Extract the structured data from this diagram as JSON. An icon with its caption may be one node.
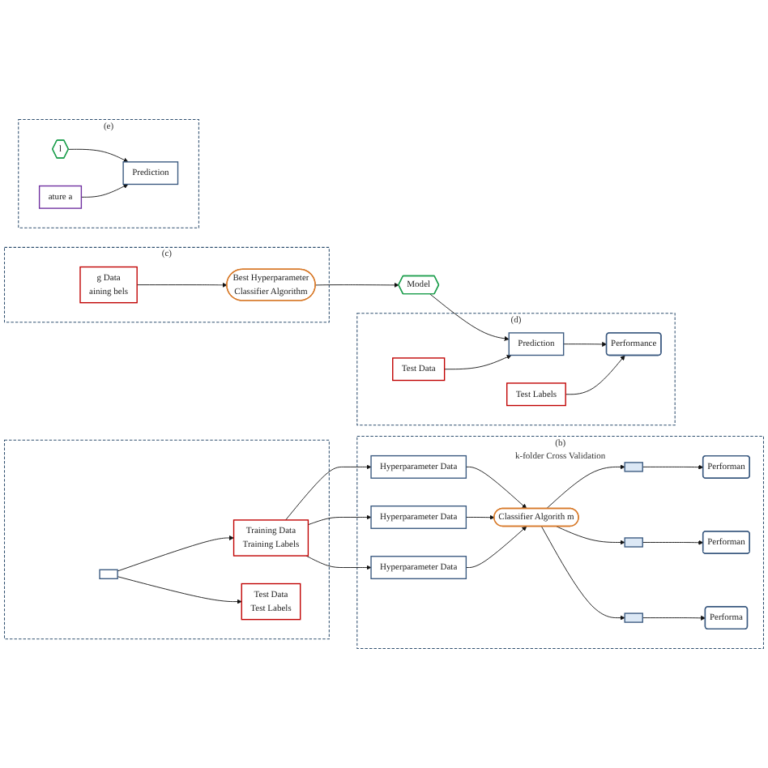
{
  "diagram": {
    "nodes": [
      {
        "text": [],
        "shape": "box"
      },
      {
        "text": [],
        "shape": "box",
        "in": 0
      },
      {
        "text": [
          "Training Data",
          "Training Labels"
        ],
        "in": 0
      },
      {
        "text": [
          "Test Data",
          "Test Labels"
        ],
        "in": 0
      },
      {
        "text": [
          "(b)",
          "k-folder Cross Validation"
        ]
      },
      {
        "text": [
          "Hyperparameter Data"
        ],
        "in": 4
      },
      {
        "text": [
          "Hyperparameter Data"
        ],
        "in": 4
      },
      {
        "text": [
          "Hyperparameter Data"
        ],
        "in": 4
      },
      {
        "text": [
          "Classifier Algorith m"
        ],
        "in": 4
      },
      {
        "text": [],
        "shape": "box",
        "in": 4
      },
      {
        "text": [],
        "shape": "box",
        "in": 4
      },
      {
        "text": [],
        "shape": "box",
        "in": 4
      },
      {
        "text": [
          "Performan"
        ],
        "in": 4
      },
      {
        "text": [
          "Performan"
        ],
        "in": 4
      },
      {
        "text": [
          "Performa"
        ],
        "in": 4
      },
      {
        "text": [
          "(c)"
        ]
      },
      {
        "text": [
          "g Data",
          "aining bels"
        ],
        "in": 15
      },
      {
        "text": [
          "Best Hyperparameter",
          "Classifier Algorithm"
        ],
        "in": 15
      },
      {
        "text": [
          "(d)"
        ]
      },
      {
        "text": [
          "Model"
        ]
      },
      {
        "text": [
          "Test Data"
        ],
        "in": 18
      },
      {
        "text": [
          "Prediction"
        ],
        "in": 18
      },
      {
        "text": [
          "Test Labels"
        ],
        "in": 18
      },
      {
        "text": [
          "Performance"
        ],
        "in": 18
      },
      {
        "text": [
          "(e)"
        ]
      },
      {
        "text": [
          "l"
        ],
        "in": 24
      },
      {
        "text": [
          "ature a"
        ],
        "in": 24
      },
      {
        "text": [
          "Prediction"
        ],
        "in": 24
      }
    ],
    "edges": [
      {
        "from": 1,
        "to": 2,
        "arrow": "to"
      },
      {
        "from": 1,
        "to": 3,
        "arrow": "to"
      },
      {
        "from": 2,
        "to": 5,
        "arrow": "to"
      },
      {
        "from": 2,
        "to": 6,
        "arrow": "to"
      },
      {
        "from": 2,
        "to": 7,
        "arrow": "to"
      },
      {
        "from": 5,
        "to": 8,
        "arrow": "to"
      },
      {
        "from": 6,
        "to": 8,
        "arrow": "to"
      },
      {
        "from": 7,
        "to": 8,
        "arrow": "to"
      },
      {
        "from": 8,
        "to": 9,
        "arrow": "to"
      },
      {
        "from": 8,
        "to": 10,
        "arrow": "to"
      },
      {
        "from": 8,
        "to": 11,
        "arrow": "to"
      },
      {
        "from": 9,
        "to": 12,
        "arrow": "to"
      },
      {
        "from": 10,
        "to": 13,
        "arrow": "to"
      },
      {
        "from": 11,
        "to": 14,
        "arrow": "to"
      },
      {
        "from": 16,
        "to": 17,
        "arrow": "to"
      },
      {
        "from": 17,
        "to": 19,
        "arrow": "to"
      },
      {
        "from": 19,
        "to": 21,
        "arrow": "to"
      },
      {
        "from": 20,
        "to": 21,
        "arrow": "to"
      },
      {
        "from": 21,
        "to": 23,
        "arrow": "to"
      },
      {
        "from": 22,
        "to": 23,
        "arrow": "to"
      },
      {
        "from": 25,
        "to": 27,
        "arrow": "to"
      },
      {
        "from": 26,
        "to": 27,
        "arrow": "to"
      }
    ]
  }
}
